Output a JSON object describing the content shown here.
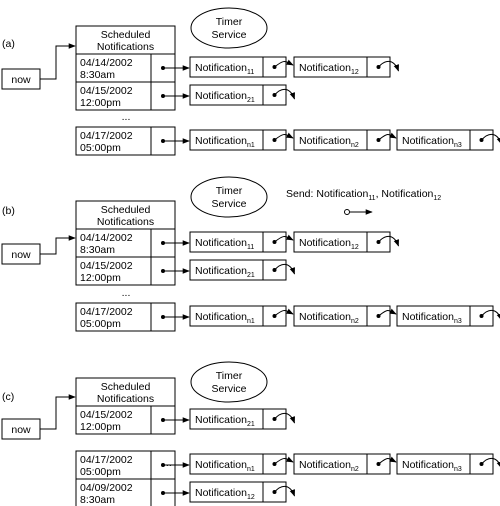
{
  "timer_label": "Timer Service",
  "now_label": "now",
  "list_header": "Scheduled Notifications",
  "ellipsis": "...",
  "notif_prefix": "Notification",
  "send_text": "Send: Notification",
  "send_sep": ", Notification",
  "sections": [
    {
      "label": "(a)",
      "rows": [
        {
          "date": "04/14/2002",
          "time": "8:30am",
          "notifs": [
            "11",
            "12"
          ]
        },
        {
          "date": "04/15/2002",
          "time": "12:00pm",
          "notifs": [
            "21"
          ]
        },
        {
          "date": "04/17/2002",
          "time": "05:00pm",
          "notifs": [
            "n1",
            "n2",
            "n3"
          ]
        }
      ]
    },
    {
      "label": "(b)",
      "send": [
        "11",
        "12"
      ],
      "rows": [
        {
          "date": "04/14/2002",
          "time": "8:30am",
          "notifs": [
            "11",
            "12"
          ]
        },
        {
          "date": "04/15/2002",
          "time": "12:00pm",
          "notifs": [
            "21"
          ]
        },
        {
          "date": "04/17/2002",
          "time": "05:00pm",
          "notifs": [
            "n1",
            "n2",
            "n3"
          ]
        }
      ]
    },
    {
      "label": "(c)",
      "rows": [
        {
          "date": "04/15/2002",
          "time": "12:00pm",
          "notifs": [
            "21"
          ]
        },
        {
          "date": "04/17/2002",
          "time": "05:00pm",
          "notifs": [
            "n1",
            "n2",
            "n3"
          ]
        },
        {
          "date": "04/09/2002",
          "time": "8:30am",
          "notifs": [
            "12"
          ]
        }
      ]
    }
  ]
}
